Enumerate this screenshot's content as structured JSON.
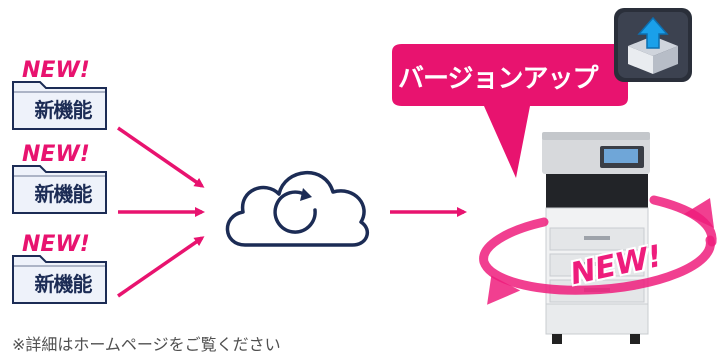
{
  "features": [
    {
      "tag": "NEW!",
      "label": "新機能"
    },
    {
      "tag": "NEW!",
      "label": "新機能"
    },
    {
      "tag": "NEW!",
      "label": "新機能"
    }
  ],
  "callout": {
    "label": "バージョンアップ",
    "icon": "upload-box-icon"
  },
  "device": {
    "badge": "NEW!"
  },
  "cloud": {
    "icon": "cloud-refresh-icon"
  },
  "footnote": "※詳細はホームページをご覧ください",
  "colors": {
    "accent": "#e8136f",
    "navy": "#1c2c55",
    "folder_fill": "#eef2fa"
  }
}
